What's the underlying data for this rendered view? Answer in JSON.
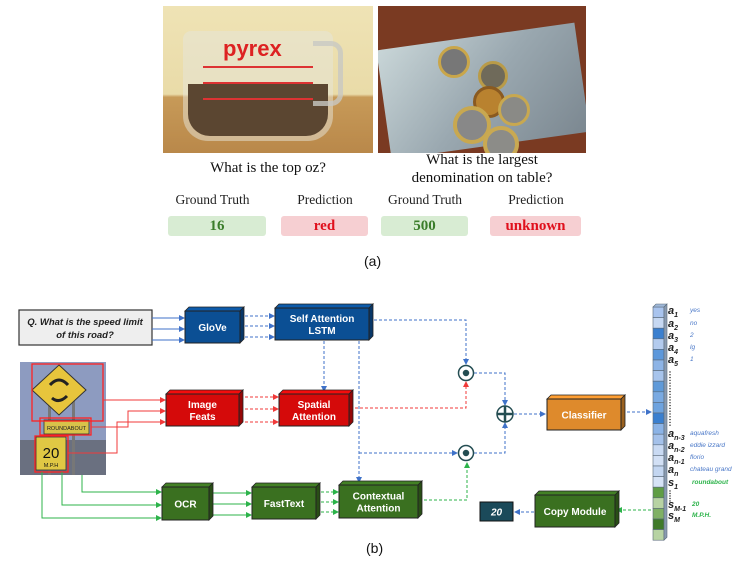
{
  "part_a": {
    "examples": [
      {
        "question": "What is the top oz?",
        "ground_truth_label": "Ground Truth",
        "ground_truth": "16",
        "prediction_label": "Prediction",
        "prediction": "red",
        "image_text": "pyrex"
      },
      {
        "question_line1": "What is the largest",
        "question_line2": "denomination on table?",
        "ground_truth_label": "Ground Truth",
        "ground_truth": "500",
        "prediction_label": "Prediction",
        "prediction": "unknown"
      }
    ],
    "caption": "(a)"
  },
  "part_b": {
    "question": {
      "line1": "Q. What is the speed limit",
      "line2": "of this road?"
    },
    "sign_texts": {
      "roundabout": "ROUNDABOUT",
      "speed": "20",
      "unit": "M.P.H"
    },
    "modules": {
      "glove": "GloVe",
      "self_attention_line1": "Self Attention",
      "self_attention_line2": "LSTM",
      "image_feats_line1": "Image",
      "image_feats_line2": "Feats",
      "spatial_line1": "Spatial",
      "spatial_line2": "Attention",
      "ocr": "OCR",
      "fasttext": "FastText",
      "contextual_line1": "Contextual",
      "contextual_line2": "Attention",
      "classifier": "Classifier",
      "copy_module": "Copy Module",
      "output": "20"
    },
    "answer_labels": [
      {
        "sym": "a",
        "sub": "1",
        "word": "yes"
      },
      {
        "sym": "a",
        "sub": "2",
        "word": "no"
      },
      {
        "sym": "a",
        "sub": "3",
        "word": "2"
      },
      {
        "sym": "a",
        "sub": "4",
        "word": "lg"
      },
      {
        "sym": "a",
        "sub": "5",
        "word": "1"
      },
      {
        "sym": "a",
        "sub": "n-3",
        "word": "aquafresh"
      },
      {
        "sym": "a",
        "sub": "n-2",
        "word": "eddie izzard"
      },
      {
        "sym": "a",
        "sub": "n-1",
        "word": "florio"
      },
      {
        "sym": "a",
        "sub": "n",
        "word": "chateau grand"
      },
      {
        "sym": "s",
        "sub": "1",
        "word": "roundabout"
      },
      {
        "sym": "s",
        "sub": "M-1",
        "word": "20"
      },
      {
        "sym": "s",
        "sub": "M",
        "word": "M.P.H."
      }
    ],
    "colors": {
      "question_blue": "#0b4f94",
      "image_red": "#d50a0a",
      "ocr_green": "#3a7020",
      "classifier_orange": "#de8a2c",
      "output_teal": "#1b4a5a",
      "vocab_word_blue": "#4a78c8",
      "ocr_word_green": "#2cb34a"
    },
    "caption": "(b)"
  }
}
